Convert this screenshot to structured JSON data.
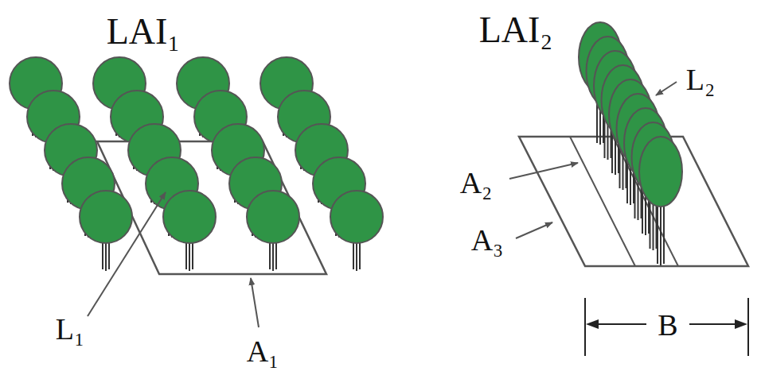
{
  "diagram": {
    "labels": [
      "LAI₁",
      "LAI₂",
      "L₂",
      "A₂",
      "A₃",
      "L₁",
      "A₁",
      "B"
    ]
  }
}
